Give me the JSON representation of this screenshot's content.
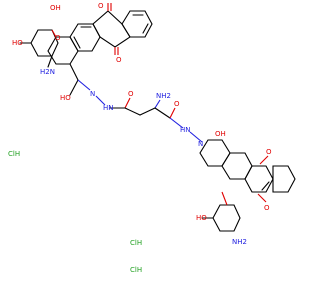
{
  "molecule": {
    "atoms": {
      "oh": "HO",
      "o": "O",
      "ho": "HO",
      "oh2": "OH",
      "nh": "N",
      "hn": "HN",
      "h": "H",
      "n": "N",
      "nh2": "NH2",
      "nh2b": "NH2",
      "h2n": "H2N"
    },
    "salts": [
      "ClH",
      "ClH",
      "ClH"
    ]
  }
}
